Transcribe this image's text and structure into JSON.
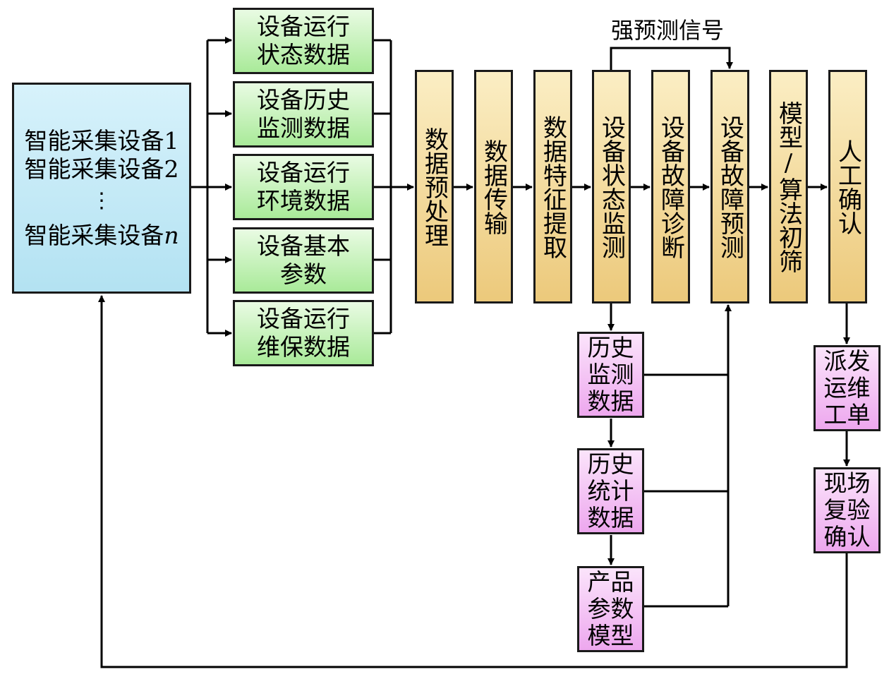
{
  "source": {
    "lines": [
      "智能采集设备1",
      "智能采集设备2",
      "智能采集设备"
    ],
    "n": "n",
    "dots": "⋮"
  },
  "data_types": [
    [
      "设备运行",
      "状态数据"
    ],
    [
      "设备历史",
      "监测数据"
    ],
    [
      "设备运行",
      "环境数据"
    ],
    [
      "设备基本",
      "参数"
    ],
    [
      "设备运行",
      "维保数据"
    ]
  ],
  "pipeline": [
    "数据预处理",
    "数据传输",
    "数据特征提取",
    "设备状态监测",
    "设备故障诊断",
    "设备故障预测",
    "模型/算法初筛",
    "人工确认"
  ],
  "history": [
    [
      "历史",
      "监测",
      "数据"
    ],
    [
      "历史",
      "统计",
      "数据"
    ],
    [
      "产品",
      "参数",
      "模型"
    ]
  ],
  "workflow": [
    [
      "派发",
      "运维",
      "工单"
    ],
    [
      "现场",
      "复验",
      "确认"
    ]
  ],
  "strong_signal_label": "强预测信号",
  "colors": {
    "source_fill": "#c4e9f6",
    "data_fill": "#b8eea9",
    "pipeline_fill": "#f2d792",
    "history_fill": "#f2b8f2",
    "line": "#000000"
  }
}
